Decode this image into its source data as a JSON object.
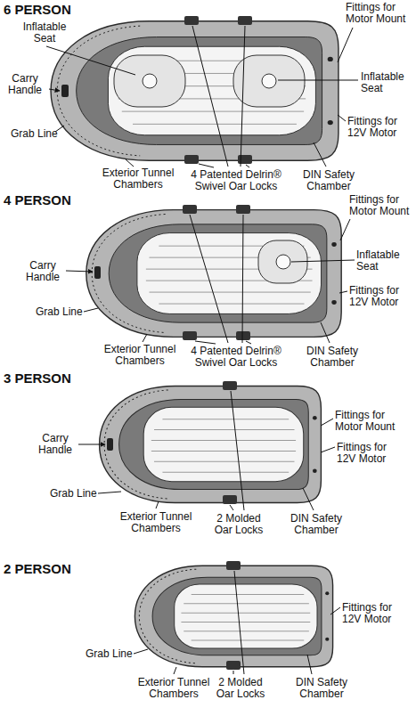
{
  "diagram": {
    "labels": [
      "6 PERSON",
      "Inflatable Seat",
      "Fittings for Motor Mount",
      "Carry Handle",
      "Inflatable Seat",
      "Grab Line",
      "Fittings for 12V Motor",
      "Exterior Tunnel Chambers",
      "4 Patented Delrin® Swivel Oar Locks",
      "DIN Safety Chamber",
      "4 PERSON",
      "Fittings for Motor Mount",
      "Carry Handle",
      "Inflatable Seat",
      "Fittings for 12V Motor",
      "Grab Line",
      "Exterior Tunnel Chambers",
      "4 Patented Delrin® Swivel Oar Locks",
      "DIN Safety Chamber",
      "3 PERSON",
      "Carry Handle",
      "Fittings for Motor Mount",
      "Fittings for 12V Motor",
      "Grab Line",
      "Exterior Tunnel Chambers",
      "2 Molded Oar Locks",
      "DIN Safety Chamber",
      "2 PERSON",
      "Fittings for 12V Motor",
      "Grab Line",
      "Exterior Tunnel Chambers",
      "2 Molded Oar Locks",
      "DIN Safety Chamber"
    ]
  }
}
